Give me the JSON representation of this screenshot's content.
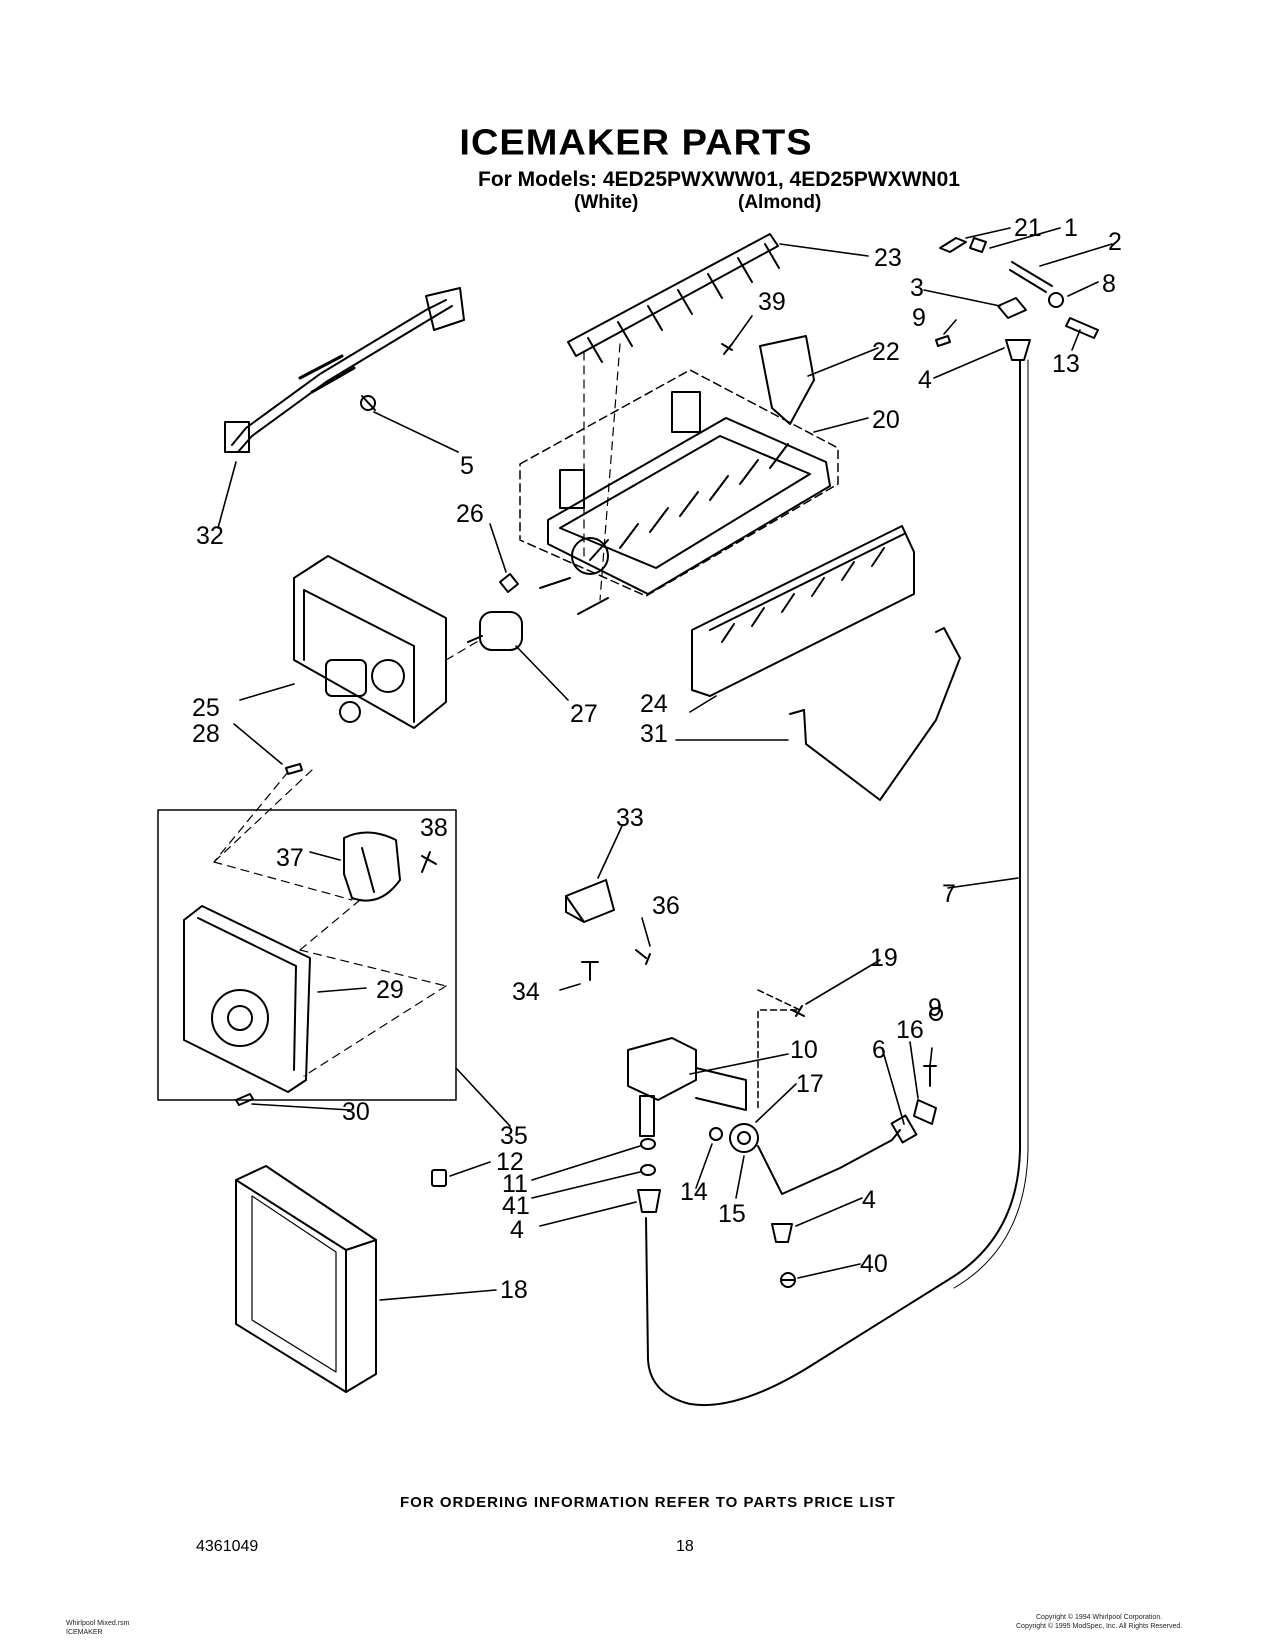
{
  "title": "ICEMAKER PARTS",
  "models_line": "For Models: 4ED25PWXWW01, 4ED25PWXWN01",
  "variants": [
    "(White)",
    "(Almond)"
  ],
  "callouts": [
    {
      "id": "c1",
      "label": "1"
    },
    {
      "id": "c2",
      "label": "2"
    },
    {
      "id": "c3",
      "label": "3"
    },
    {
      "id": "c4a",
      "label": "4"
    },
    {
      "id": "c5",
      "label": "5"
    },
    {
      "id": "c6",
      "label": "6"
    },
    {
      "id": "c7",
      "label": "7"
    },
    {
      "id": "c8",
      "label": "8"
    },
    {
      "id": "c9a",
      "label": "9"
    },
    {
      "id": "c9b",
      "label": "9"
    },
    {
      "id": "c10",
      "label": "10"
    },
    {
      "id": "c11",
      "label": "11"
    },
    {
      "id": "c12",
      "label": "12"
    },
    {
      "id": "c13",
      "label": "13"
    },
    {
      "id": "c14",
      "label": "14"
    },
    {
      "id": "c15",
      "label": "15"
    },
    {
      "id": "c16",
      "label": "16"
    },
    {
      "id": "c17",
      "label": "17"
    },
    {
      "id": "c18",
      "label": "18"
    },
    {
      "id": "c19",
      "label": "19"
    },
    {
      "id": "c20",
      "label": "20"
    },
    {
      "id": "c21",
      "label": "21"
    },
    {
      "id": "c22",
      "label": "22"
    },
    {
      "id": "c23",
      "label": "23"
    },
    {
      "id": "c24",
      "label": "24"
    },
    {
      "id": "c25",
      "label": "25"
    },
    {
      "id": "c26",
      "label": "26"
    },
    {
      "id": "c27",
      "label": "27"
    },
    {
      "id": "c28",
      "label": "28"
    },
    {
      "id": "c29",
      "label": "29"
    },
    {
      "id": "c30",
      "label": "30"
    },
    {
      "id": "c31",
      "label": "31"
    },
    {
      "id": "c32",
      "label": "32"
    },
    {
      "id": "c33",
      "label": "33"
    },
    {
      "id": "c34",
      "label": "34"
    },
    {
      "id": "c35",
      "label": "35"
    },
    {
      "id": "c36",
      "label": "36"
    },
    {
      "id": "c37",
      "label": "37"
    },
    {
      "id": "c38",
      "label": "38"
    },
    {
      "id": "c39",
      "label": "39"
    },
    {
      "id": "c40",
      "label": "40"
    },
    {
      "id": "c41",
      "label": "41"
    },
    {
      "id": "c4b",
      "label": "4"
    },
    {
      "id": "c4c",
      "label": "4"
    }
  ],
  "footer": {
    "ordering_note": "FOR ORDERING INFORMATION REFER TO PARTS PRICE LIST",
    "document_number": "4361049",
    "page_number": "18",
    "small_left": [
      "Whirlpool Mixed.rsm",
      "ICEMAKER"
    ],
    "small_right": [
      "Copyright © 1994 Whirlpool Corporation.",
      "Copyright © 1995 ModSpec, Inc. All Rights Reserved."
    ]
  }
}
